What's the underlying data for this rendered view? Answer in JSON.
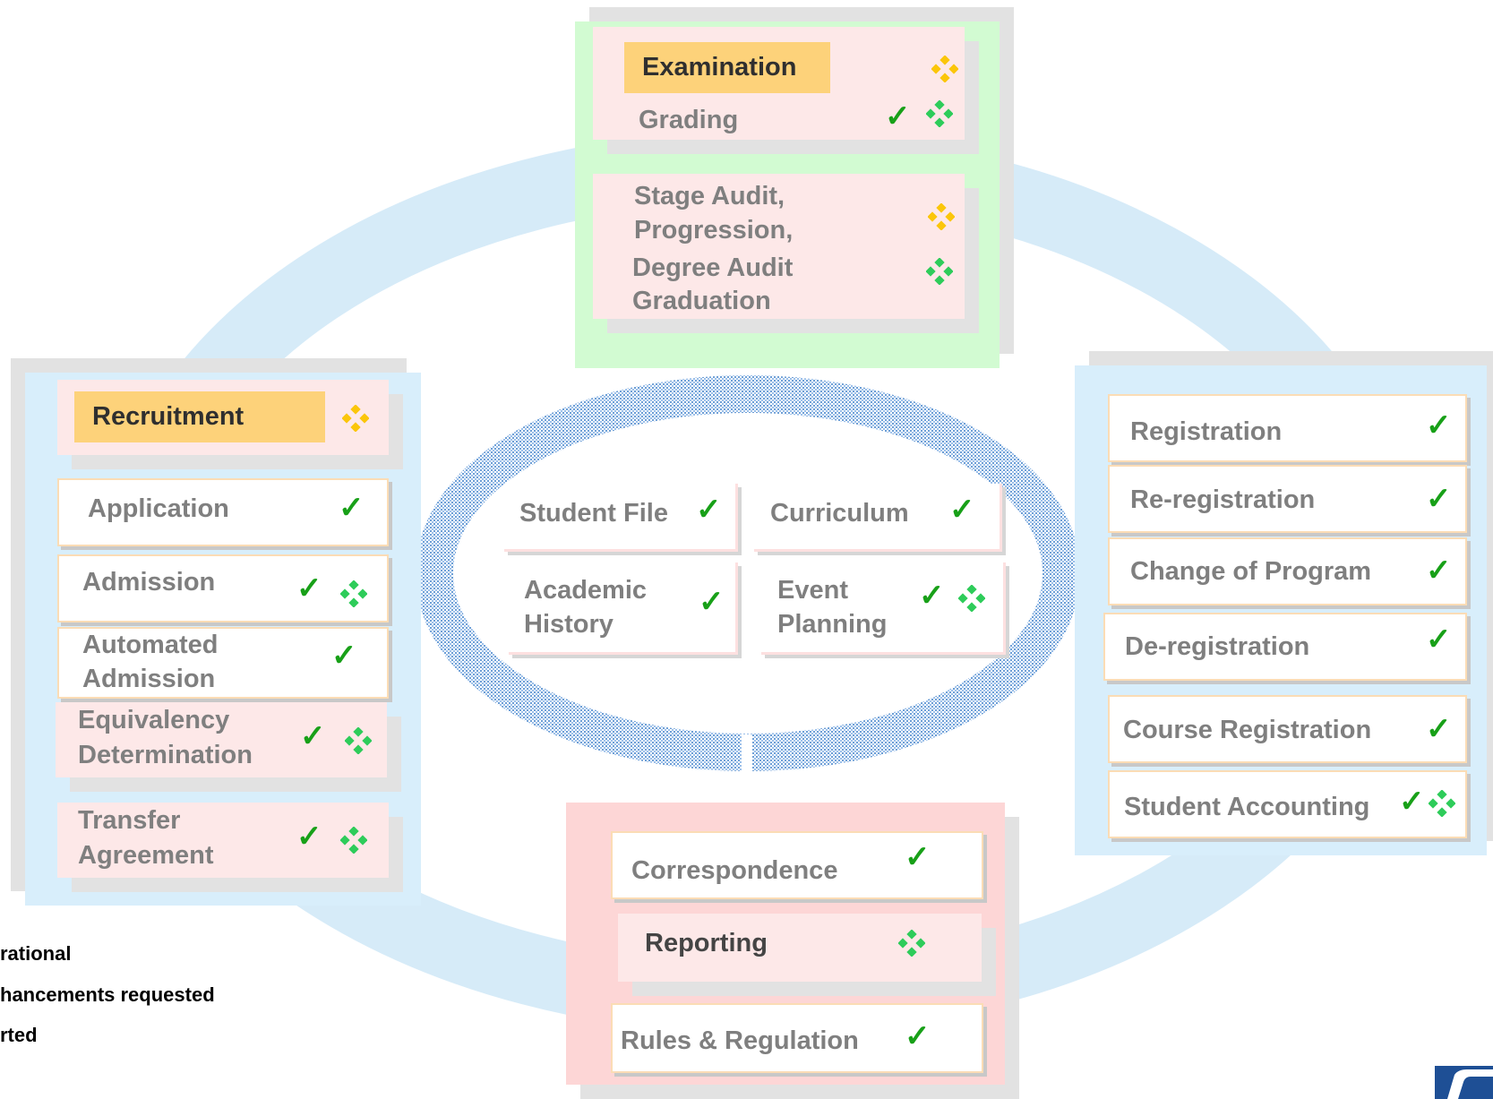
{
  "colors": {
    "ring": "#d6ebf8",
    "group_blue": "#d8eefb",
    "group_green": "#d2fbd2",
    "group_red": "#fdd6d6",
    "title_fill": "#fdd27a",
    "card_pink": "#fde8e8",
    "check_green": "#18a018",
    "diamond_yellow": "#fbc60a",
    "diamond_green": "#2ecc5a"
  },
  "icons": {
    "check": "check-mark-icon",
    "diamond_yellow": "yellow-diamond-cluster-icon",
    "diamond_green": "green-diamond-cluster-icon"
  },
  "top_group": {
    "title": "Examination",
    "items": [
      {
        "label": "Grading",
        "check": true,
        "diamond": "green"
      },
      {
        "label_lines": [
          "Stage Audit,",
          "Progression,",
          "Degree Audit",
          "Graduation"
        ],
        "diamonds": [
          "yellow",
          "green"
        ]
      }
    ]
  },
  "left_group": {
    "title": "Recruitment",
    "items": [
      {
        "label": "Application",
        "check": true
      },
      {
        "label": "Admission",
        "check": true,
        "diamond": "green"
      },
      {
        "label_lines": [
          "Automated",
          "Admission"
        ],
        "check": true
      },
      {
        "label_lines": [
          "Equivalency",
          "Determination"
        ],
        "check": true,
        "diamond": "green"
      },
      {
        "label_lines": [
          "Transfer",
          "Agreement"
        ],
        "check": true,
        "diamond": "green"
      }
    ]
  },
  "right_group": {
    "items": [
      {
        "label": "Registration",
        "check": true
      },
      {
        "label": "Re-registration",
        "check": true
      },
      {
        "label": "Change of Program",
        "check": true
      },
      {
        "label": "De-registration",
        "check": true
      },
      {
        "label": "Course Registration",
        "check": true
      },
      {
        "label": "Student Accounting",
        "check": true,
        "diamond": "green"
      }
    ]
  },
  "bottom_group": {
    "items": [
      {
        "label": "Correspondence",
        "check": true
      },
      {
        "label": "Reporting",
        "diamond": "green"
      },
      {
        "label": "Rules & Regulation",
        "check": true
      }
    ]
  },
  "center": {
    "items": [
      {
        "label": "Student File",
        "check": true
      },
      {
        "label": "Curriculum",
        "check": true
      },
      {
        "label_lines": [
          "Academic",
          "History"
        ],
        "check": true
      },
      {
        "label_lines": [
          "Event",
          "Planning"
        ],
        "check": true,
        "diamond": "green"
      }
    ]
  },
  "legend": {
    "line1": "rational",
    "line2": "hancements requested",
    "line3": "rted"
  }
}
